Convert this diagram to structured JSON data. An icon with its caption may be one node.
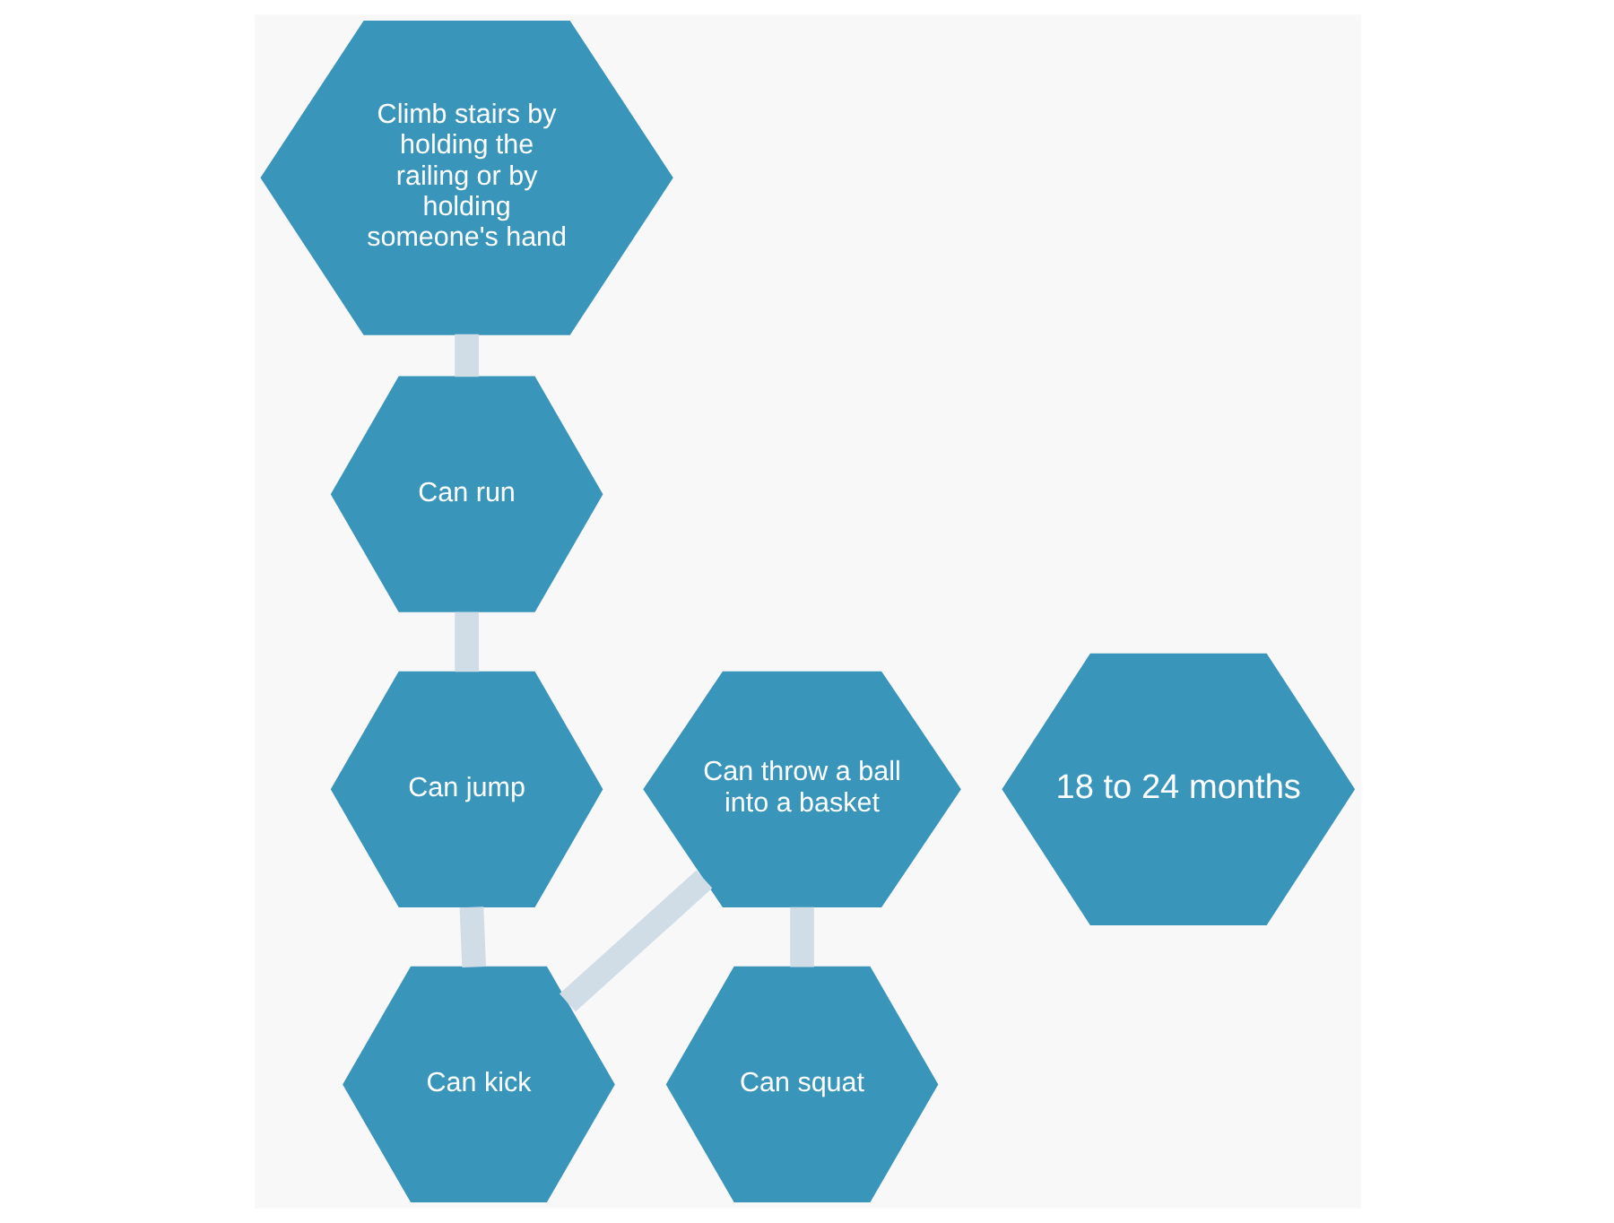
{
  "diagram": {
    "nodes": [
      {
        "text": [
          "Climb stairs by holding the railing or by holding someone's hand"
        ]
      },
      {
        "text": [
          "Can squat"
        ]
      },
      {
        "text": [
          "Can run"
        ]
      },
      {
        "text": [
          "18 to 24 months"
        ]
      },
      {
        "text": [
          "Can throw a ball into a basket"
        ]
      },
      {
        "text": [
          "Can jump"
        ]
      },
      {
        "text": [
          "Can kick"
        ]
      }
    ],
    "edges": [
      {
        "from": 0,
        "to": 2,
        "arrow": "none"
      },
      {
        "from": 2,
        "to": 5,
        "arrow": "none"
      },
      {
        "from": 5,
        "to": 6,
        "arrow": "none"
      },
      {
        "from": 6,
        "to": 4,
        "arrow": "none"
      },
      {
        "from": 4,
        "to": 1,
        "arrow": "none"
      }
    ]
  }
}
